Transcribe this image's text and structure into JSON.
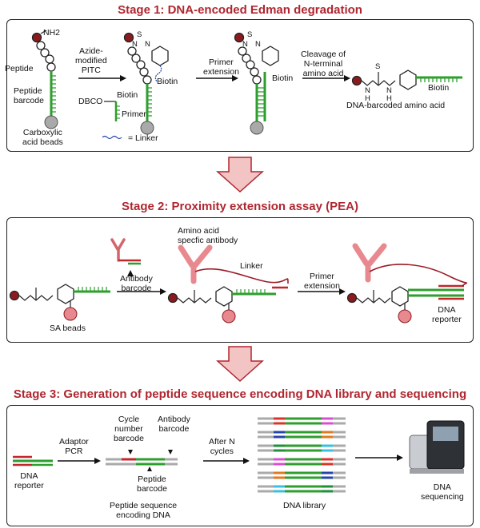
{
  "stage1": {
    "title": "Stage 1: DNA-encoded Edman degradation",
    "nh2": "NH2",
    "peptide": "Peptide",
    "peptide_barcode": "Peptide\nbarcode",
    "carboxylic_beads": "Carboxylic\nacid beads",
    "azide_pitc": "Azide-\nmodified\nPITC",
    "dbco": "DBCO",
    "biotin": "Biotin",
    "primer": "Primer",
    "linker_legend": "= Linker",
    "primer_extension": "Primer\nextension",
    "cleavage": "Cleavage of\nN-terminal\namino acid",
    "dna_barcoded_aa": "DNA-barcoded amino acid",
    "s": "S",
    "n": "N",
    "h": "H"
  },
  "stage2": {
    "title": "Stage 2: Proximity extension assay (PEA)",
    "antibody_barcode": "Antibody\nbarcode",
    "aa_antibody": "Amino acid\nspecfic antibody",
    "linker": "Linker",
    "primer_extension": "Primer\nextension",
    "sa_beads": "SA beads",
    "dna_reporter": "DNA\nreporter"
  },
  "stage3": {
    "title": "Stage 3: Generation of peptide sequence encoding DNA library and sequencing",
    "dna_reporter": "DNA\nreporter",
    "adaptor_pcr": "Adaptor\nPCR",
    "cycle_barcode": "Cycle\nnumber\nbarcode",
    "antibody_barcode": "Antibody\nbarcode",
    "peptide_barcode": "Peptide\nbarcode",
    "encoding_dna": "Peptide sequence\nencoding DNA",
    "after_n": "After N\ncycles",
    "dna_library": "DNA library",
    "dna_sequencing": "DNA\nsequencing"
  },
  "colors": {
    "title_red": "#b0262f",
    "green_dna": "#2e9e2e",
    "red_barcode": "#c0272d",
    "maroon_bead": "#8b1a1f",
    "pink_antibody": "#e8898f",
    "arrow_fill": "#f3c4c4",
    "arrow_stroke": "#b0262f"
  },
  "library_colors": [
    "#d9342b",
    "#2545a8",
    "#1f8f3a",
    "#d94fd1",
    "#e07a20",
    "#39c0e0"
  ]
}
